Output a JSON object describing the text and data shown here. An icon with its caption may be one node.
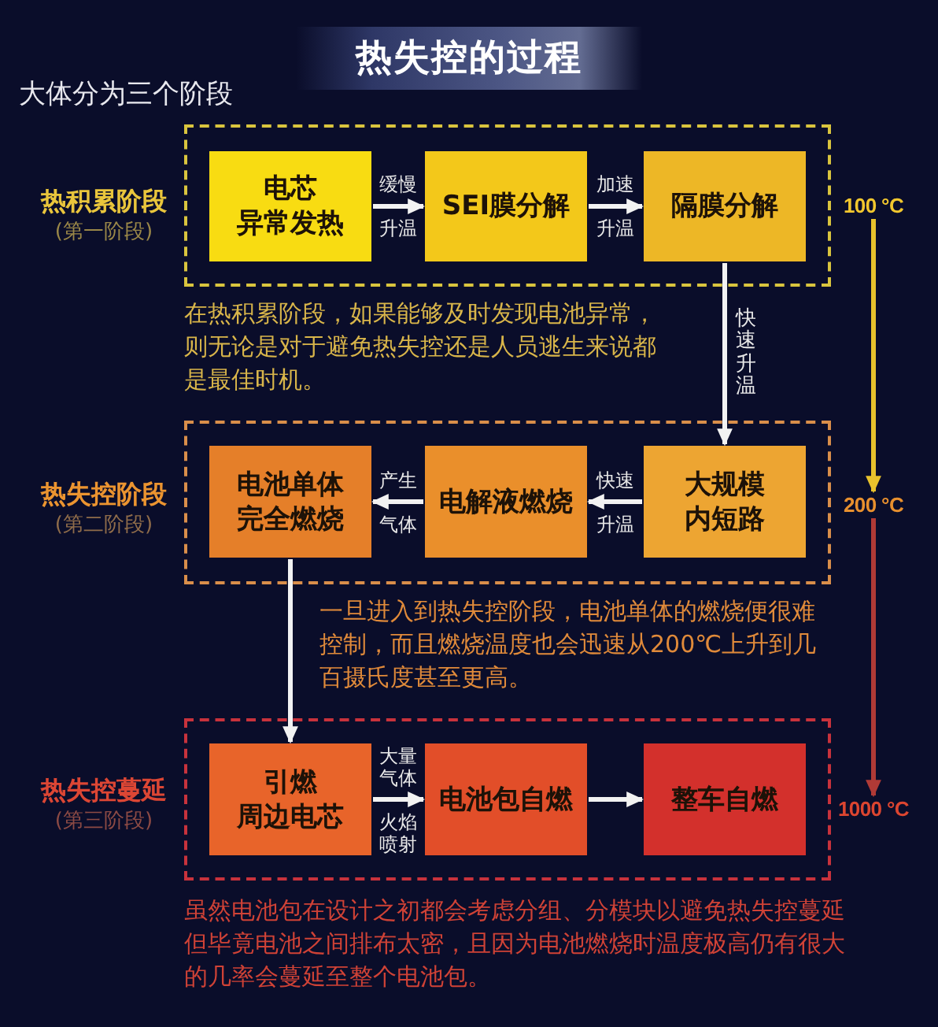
{
  "diagram": {
    "title": "热失控的过程",
    "nodes": [
      {
        "text": [],
        "shape": "box",
        "beside": [
          "热积累阶段",
          "(第一阶段)"
        ]
      },
      {
        "text": [
          "电芯异常发热"
        ],
        "in": 0
      },
      {
        "text": [
          "SEI膜分解"
        ],
        "in": 0
      },
      {
        "text": [
          "隔膜分解"
        ],
        "in": 0
      },
      {
        "text": [
          "100 °C"
        ]
      },
      {
        "text": [],
        "shape": "box",
        "beside": [
          "热失控阶段",
          "(第二阶段)"
        ]
      },
      {
        "text": [
          "电池单体完全燃烧"
        ],
        "in": 5
      },
      {
        "text": [
          "电解液燃烧"
        ],
        "in": 5
      },
      {
        "text": [
          "大规模内短路"
        ],
        "in": 5
      },
      {
        "text": [
          "200 °C"
        ]
      },
      {
        "text": [],
        "shape": "box",
        "beside": [
          "热失控蔓延",
          "(第三阶段)"
        ]
      },
      {
        "text": [
          "引燃周边电芯"
        ],
        "in": 10
      },
      {
        "text": [
          "电池包自燃"
        ],
        "in": 10
      },
      {
        "text": [
          "整车自燃"
        ],
        "in": 10
      },
      {
        "text": [
          "1000 °C"
        ]
      }
    ],
    "edges": [
      {
        "from": 1,
        "to": 2,
        "arrow": "to",
        "label": "缓慢升温"
      },
      {
        "from": 2,
        "to": 3,
        "arrow": "to",
        "label": "加速升温"
      },
      {
        "from": 3,
        "to": 8,
        "arrow": "to",
        "label": "快速升温"
      },
      {
        "from": 4,
        "to": 9,
        "arrow": "to",
        "color": "#e8c22c"
      },
      {
        "from": 8,
        "to": 7,
        "arrow": "to",
        "label": "快速升温"
      },
      {
        "from": 7,
        "to": 6,
        "arrow": "to",
        "label": "产生气体"
      },
      {
        "from": 6,
        "to": 11,
        "arrow": "to"
      },
      {
        "from": 9,
        "to": 14,
        "arrow": "to",
        "color": "#b03a36"
      },
      {
        "from": 11,
        "to": 12,
        "arrow": "to",
        "label": "大量气体火焰喷射"
      },
      {
        "from": 12,
        "to": 13,
        "arrow": "to"
      }
    ],
    "labels": [
      "大体分为三个阶段",
      "在热积累阶段，如果能够及时发现电池异常，则无论是对于避免热失控还是人员逃生来说都是最佳时机。",
      "一旦进入到热失控阶段，电池单体的燃烧便很难控制，而且燃烧温度也会迅速从200℃上升到几百摄氏度甚至更高。",
      "虽然电池包在设计之初都会考虑分组、分模块以避免热失控蔓延但毕竟电池之间排布太密，且因为电池燃烧时温度极高仍有很大的几率会蔓延至整个电池包。"
    ]
  }
}
